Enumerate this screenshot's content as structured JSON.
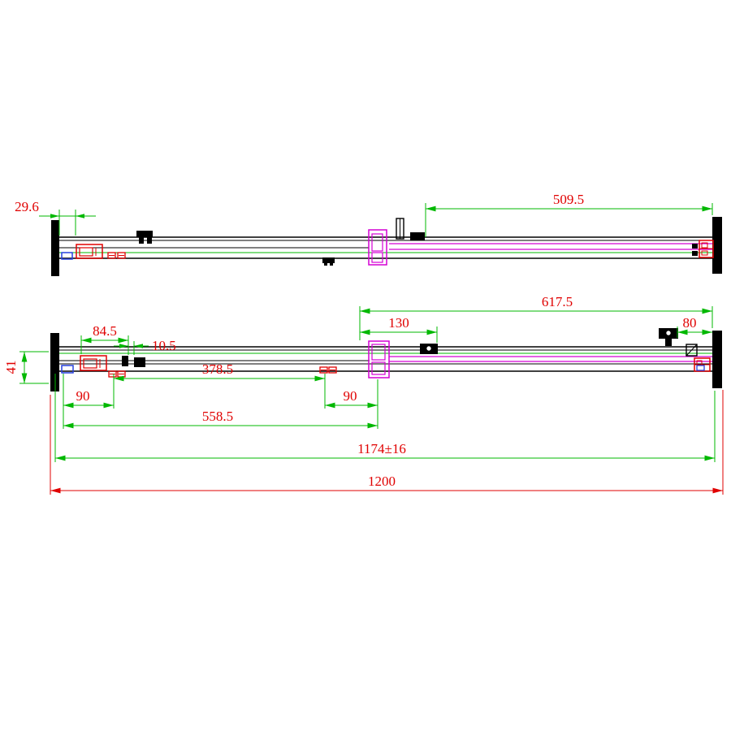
{
  "colors": {
    "background": "#ffffff",
    "geometry": "#000000",
    "dimension_line": "#00b800",
    "dimension_text": "#e00000",
    "accent_magenta": "#d400d4",
    "accent_red": "#e00000",
    "accent_blue": "#2741dd"
  },
  "views": {
    "top": {
      "dims": {
        "d29_6": "29.6",
        "d509_5": "509.5"
      }
    },
    "bottom": {
      "dims": {
        "d617_5": "617.5",
        "d130": "130",
        "d80": "80",
        "d84_5": "84.5",
        "d10_5": "10.5",
        "d41": "41",
        "d378_5": "378.5",
        "d90_left": "90",
        "d90_right": "90",
        "d558_5": "558.5",
        "d1174": "1174±16",
        "d1200": "1200"
      }
    }
  }
}
